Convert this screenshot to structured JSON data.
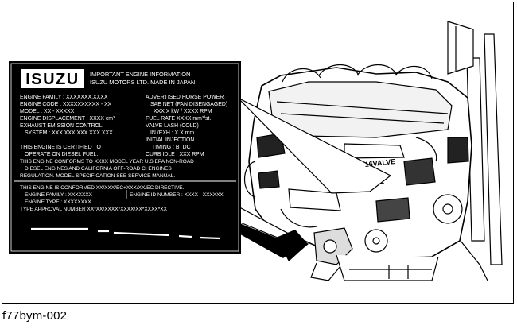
{
  "figure_id": "f77bym-002",
  "label": {
    "brand": "ISUZU",
    "header_line_1": "IMPORTANT ENGINE INFORMATION",
    "header_line_2": "ISUZU MOTORS LTD. MADE IN JAPAN",
    "left_lines": [
      "ENGINE FAMILY : XXXXXXX.XXXX",
      "ENGINE CODE : XXXXXXXXXX - XX",
      "MODEL : XX - XXXXX",
      "ENGINE DISPLACEMENT : XXXX cm³",
      "EXHAUST EMISSION CONTROL",
      "SYSTEM : XXX.XXX.XXX.XXX.XXX"
    ],
    "right_lines": [
      "ADVERTISED HORSE POWER",
      "SAE NET (FAN DISENGAGED)",
      "XXX.X kW / XXXX RPM",
      "FUEL RATE XXXX mm³/st.",
      "VALVE LASH (COLD)",
      "IN./EXH : X.X mm.",
      "INITIAL INJECTION",
      "TIMING : BTDC",
      "CURB IDLE : XXX RPM"
    ],
    "certified_lines": [
      "THIS ENGINE IS CERTIFIED TO",
      "OPERATE ON DIESEL FUEL.",
      "THIS ENGINE CONFORMS TO XXXX MODEL YEAR U.S.EPA NON-ROAD",
      "DIESEL ENGINES AND CALIFORNIA OFF-ROAD CI ENGINES",
      "REGULATION. MODEL SPECIFICATION SEE SERVICE MANUAL."
    ],
    "eec_lines": [
      "THIS ENGINE IS CONFORMED XX/XXX/EC+XXX/XX/EC DIRECTIVE.",
      "ENGINE FAMILY : XXXXXXX",
      "ENGINE ID NUMBER : XXXX - XXXXXX",
      "ENGINE TYPE : XXXXXXXX",
      "TYPE APPROVAL NUMBER XX*XX/XXXX*XXXX/XX*XXXX*XX"
    ]
  },
  "engine": {
    "cover_text": "16VALVE"
  }
}
